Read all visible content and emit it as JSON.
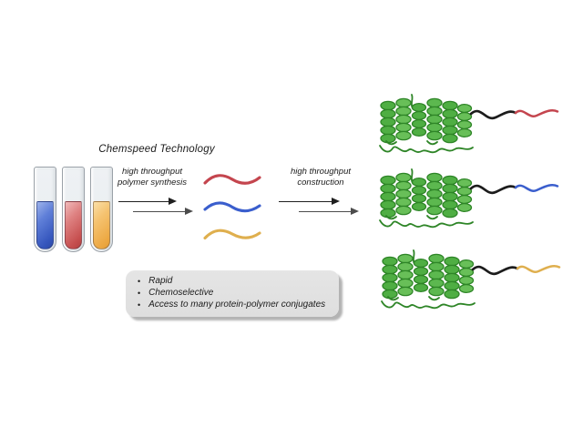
{
  "header": {
    "technology_label": "Chemspeed Technology"
  },
  "step1": {
    "line1": "high throughput",
    "line2": "polymer synthesis"
  },
  "step2": {
    "line1": "high throughput",
    "line2": "construction"
  },
  "benefits": {
    "bullet": "•",
    "items": [
      "Rapid",
      "Chemoselective",
      "Access to many protein-polymer conjugates"
    ]
  },
  "tubes": [
    {
      "name": "blue-tube",
      "liquid_color": "#3b5bc4"
    },
    {
      "name": "red-tube",
      "liquid_color": "#c64f4f"
    },
    {
      "name": "yellow-tube",
      "liquid_color": "#eda944"
    }
  ],
  "polymers": [
    {
      "name": "red-polymer",
      "color": "#c4454e"
    },
    {
      "name": "blue-polymer",
      "color": "#3a5ecd"
    },
    {
      "name": "yellow-polymer",
      "color": "#dfaf4e"
    }
  ],
  "conjugates": [
    {
      "name": "protein-red-conjugate",
      "polymer_color": "#c4454e"
    },
    {
      "name": "protein-blue-conjugate",
      "polymer_color": "#3a5ecd"
    },
    {
      "name": "protein-yellow-conjugate",
      "polymer_color": "#dfaf4e"
    }
  ],
  "colors": {
    "red": "#c4454e",
    "blue": "#3a5ecd",
    "yellow": "#dfaf4e",
    "protein_green": "#4fae43",
    "protein_green_light": "#68bf58",
    "protein_green_dark": "#2e8527",
    "linker_black": "#1c1c1c",
    "arrow_dark": "#1f1f1f",
    "arrow_gray": "#4c4c4c",
    "box_bg": "#e5e5e5",
    "box_shadow": "#b3b3b3"
  }
}
